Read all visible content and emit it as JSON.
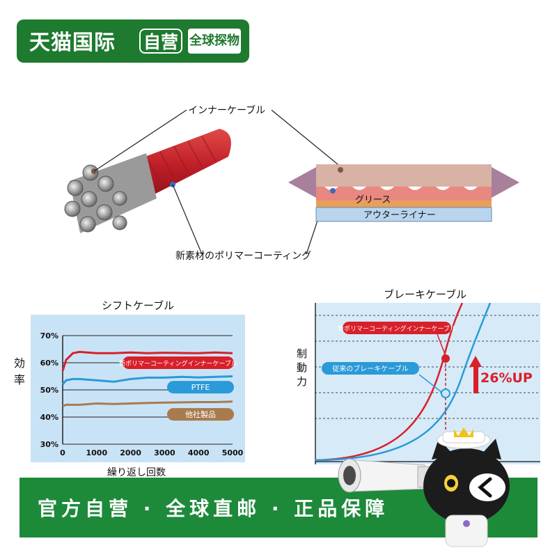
{
  "badge": {
    "title": "天猫国际",
    "self_run": "自营",
    "global": "全球探物"
  },
  "cable_diagram": {
    "label_inner_cable": "インナーケーブル",
    "label_polymer_coating": "新素材のポリマーコーティング",
    "label_grease": "グリース",
    "label_outer_liner": "アウターライナー"
  },
  "shift_chart": {
    "title": "シフトケーブル",
    "ylabel": "効率",
    "xlabel": "繰り返し回数"
  },
  "brake_chart": {
    "title": "ブレーキケーブル",
    "ylabel": "制動力",
    "annotation": "26%UP"
  },
  "banner": {
    "text": "官方自营 · 全球直邮 · 正品保障"
  },
  "chart_data": [
    {
      "type": "line",
      "title": "シフトケーブル",
      "xlabel": "繰り返し回数",
      "ylabel": "効率",
      "xlim": [
        0,
        5000
      ],
      "ylim": [
        30,
        70
      ],
      "x_ticks": [
        "0",
        "1000",
        "2000",
        "3000",
        "4000",
        "5000"
      ],
      "y_ticks": [
        "30%",
        "40%",
        "50%",
        "60%",
        "70%"
      ],
      "grid": true,
      "series": [
        {
          "name": "新ポリマーコーティングインナーケーブル",
          "color": "#d8202a",
          "x": [
            0,
            100,
            300,
            500,
            1000,
            1500,
            2000,
            2500,
            3000,
            3500,
            4000,
            4500,
            5000
          ],
          "values": [
            57,
            61,
            63.5,
            64,
            63.5,
            63.5,
            63.8,
            63.5,
            63.7,
            63.6,
            63.5,
            63.8,
            63.5
          ]
        },
        {
          "name": "PTFE",
          "color": "#2a9ad8",
          "x": [
            0,
            100,
            300,
            500,
            1000,
            1500,
            2000,
            2500,
            3000,
            3500,
            4000,
            4500,
            5000
          ],
          "values": [
            52,
            53.5,
            54,
            54,
            53.5,
            53,
            54,
            54.5,
            54.5,
            54.8,
            54.6,
            54.8,
            55
          ]
        },
        {
          "name": "他社製品",
          "color": "#a97a4e",
          "x": [
            0,
            100,
            300,
            500,
            1000,
            1500,
            2000,
            2500,
            3000,
            3500,
            4000,
            4500,
            5000
          ],
          "values": [
            44,
            44.5,
            44.5,
            44.5,
            45,
            44.8,
            45,
            45.2,
            45.3,
            45.4,
            45.5,
            45.5,
            45.7
          ]
        }
      ]
    },
    {
      "type": "line",
      "title": "ブレーキケーブル",
      "ylabel": "制動力",
      "grid": true,
      "series": [
        {
          "name": "新ポリマーコーティングインナーケーブル",
          "color": "#d8202a"
        },
        {
          "name": "従来のブレーキケーブル",
          "color": "#2a9ad8"
        }
      ],
      "annotations": [
        "26%UP"
      ]
    }
  ]
}
